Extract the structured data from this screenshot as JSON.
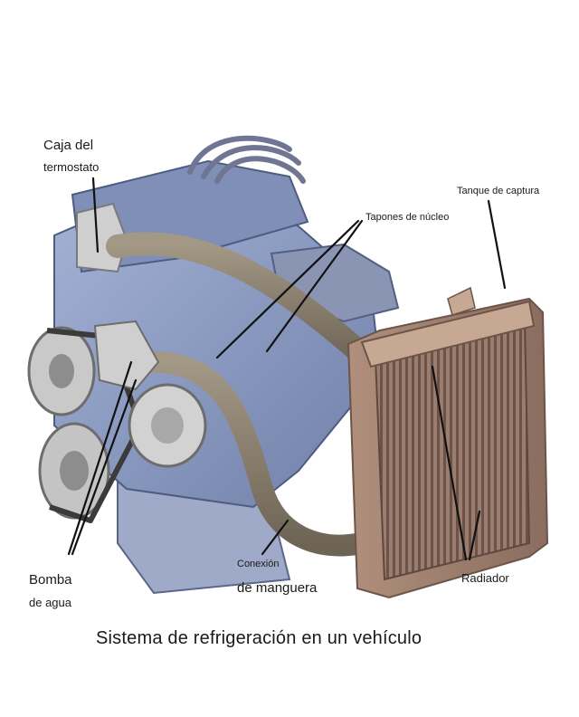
{
  "labels": {
    "thermostat_line1": "Caja del",
    "thermostat_line2": "termostato",
    "capture_tank": "Tanque de captura",
    "core_plugs": "Tapones de núcleo",
    "water_pump_line1": "Bomba",
    "water_pump_line2": "de agua",
    "hose_line1": "Conexión",
    "hose_line2": "de manguera",
    "radiator": "Radiador"
  },
  "caption": "Sistema de refrigeración en un vehículo",
  "colors": {
    "engine_block": "#8a9bc4",
    "engine_dark": "#5f6f99",
    "hose": "#8c8172",
    "radiator_frame": "#c2a58f",
    "radiator_core": "#9c7f70",
    "metal": "#c9c9c9",
    "leader_line": "#111111"
  }
}
